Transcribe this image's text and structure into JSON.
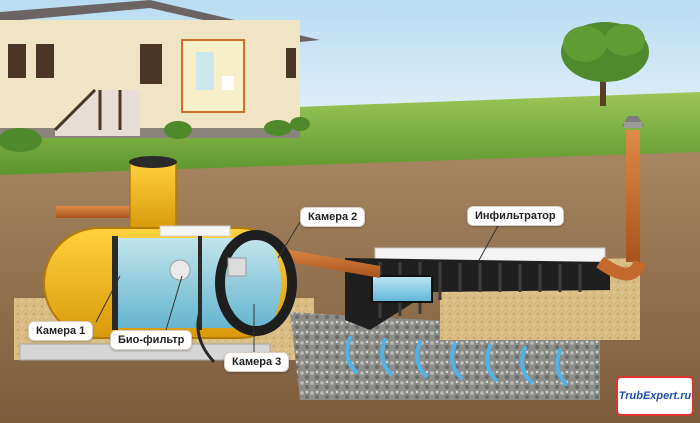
{
  "labels": {
    "chamber1": "Камера 1",
    "chamber2": "Камера 2",
    "chamber3": "Камера 3",
    "biofilter": "Био-фильтр",
    "infiltrator": "Инфильтратор"
  },
  "logo": {
    "text": "TrubExpert.ru"
  },
  "colors": {
    "sky": "#cfe6f5",
    "grass": "#5f9a2f",
    "soil": "#9c7a55",
    "tank": "#f2b417",
    "pipe": "#c46a2c",
    "water": "#8fd0ea",
    "gravel": "#8a8a86",
    "infiltrator": "#1d1d1d"
  }
}
